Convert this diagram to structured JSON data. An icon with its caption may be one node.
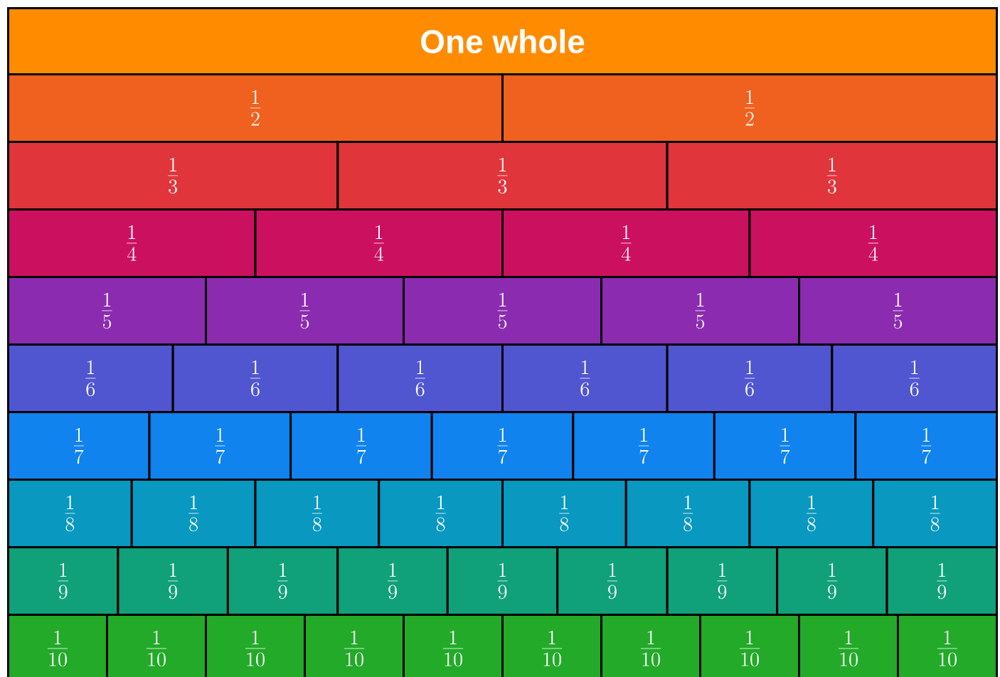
{
  "diagram": {
    "nodes": [
      {
        "text": [
          "One whole"
        ]
      },
      {
        "text": [
          "\\frac{1}{2}"
        ]
      },
      {
        "text": [
          "\\frac{1}{2}"
        ]
      },
      {
        "text": [
          "\\frac{1}{3}"
        ]
      },
      {
        "text": [
          "\\frac{1}{3}"
        ]
      },
      {
        "text": [
          "\\frac{1}{3}"
        ]
      },
      {
        "text": [
          "\\frac{1}{4}"
        ]
      },
      {
        "text": [
          "\\frac{1}{4}"
        ]
      },
      {
        "text": [
          "\\frac{1}{4}"
        ]
      },
      {
        "text": [
          "\\frac{1}{4}"
        ]
      },
      {
        "text": [
          "\\frac{1}{5}"
        ]
      },
      {
        "text": [
          "\\frac{1}{5}"
        ]
      },
      {
        "text": [
          "\\frac{1}{5}"
        ]
      },
      {
        "text": [
          "\\frac{1}{5}"
        ]
      },
      {
        "text": [
          "\\frac{1}{5}"
        ]
      },
      {
        "text": [
          "\\frac{1}{6}"
        ]
      },
      {
        "text": [
          "\\frac{1}{6}"
        ]
      },
      {
        "text": [
          "\\frac{1}{6}"
        ]
      },
      {
        "text": [
          "\\frac{1}{6}"
        ]
      },
      {
        "text": [
          "\\frac{1}{6}"
        ]
      },
      {
        "text": [
          "\\frac{1}{6}"
        ]
      },
      {
        "text": [
          "\\frac{1}{7}"
        ]
      },
      {
        "text": [
          "\\frac{1}{7}"
        ]
      },
      {
        "text": [
          "\\frac{1}{7}"
        ]
      },
      {
        "text": [
          "\\frac{1}{7}"
        ]
      },
      {
        "text": [
          "\\frac{1}{7}"
        ]
      },
      {
        "text": [
          "\\frac{1}{7}"
        ]
      },
      {
        "text": [
          "\\frac{1}{7}"
        ]
      },
      {
        "text": [
          "\\frac{1}{8}"
        ]
      },
      {
        "text": [
          "\\frac{1}{8}"
        ]
      },
      {
        "text": [
          "\\frac{1}{8}"
        ]
      },
      {
        "text": [
          "\\frac{1}{8}"
        ]
      },
      {
        "text": [
          "\\frac{1}{8}"
        ]
      },
      {
        "text": [
          "\\frac{1}{8}"
        ]
      },
      {
        "text": [
          "\\frac{1}{8}"
        ]
      },
      {
        "text": [
          "\\frac{1}{8}"
        ]
      },
      {
        "text": [
          "\\frac{1}{9}"
        ]
      },
      {
        "text": [
          "\\frac{1}{9}"
        ]
      },
      {
        "text": [
          "\\frac{1}{9}"
        ]
      },
      {
        "text": [
          "\\frac{1}{9}"
        ]
      },
      {
        "text": [
          "\\frac{1}{9}"
        ]
      },
      {
        "text": [
          "\\frac{1}{9}"
        ]
      },
      {
        "text": [
          "\\frac{1}{9}"
        ]
      },
      {
        "text": [
          "\\frac{1}{9}"
        ]
      },
      {
        "text": [
          "\\frac{1}{9}"
        ]
      },
      {
        "text": [
          "\\frac{1}{10}"
        ]
      },
      {
        "text": [
          "\\frac{1}{10}"
        ]
      },
      {
        "text": [
          "\\frac{1}{10}"
        ]
      },
      {
        "text": [
          "\\frac{1}{10}"
        ]
      },
      {
        "text": [
          "\\frac{1}{10}"
        ]
      },
      {
        "text": [
          "\\frac{1}{10}"
        ]
      },
      {
        "text": [
          "\\frac{1}{10}"
        ]
      },
      {
        "text": [
          "\\frac{1}{10}"
        ]
      },
      {
        "text": [
          "\\frac{1}{10}"
        ]
      },
      {
        "text": [
          "\\frac{1}{10}"
        ]
      }
    ]
  }
}
